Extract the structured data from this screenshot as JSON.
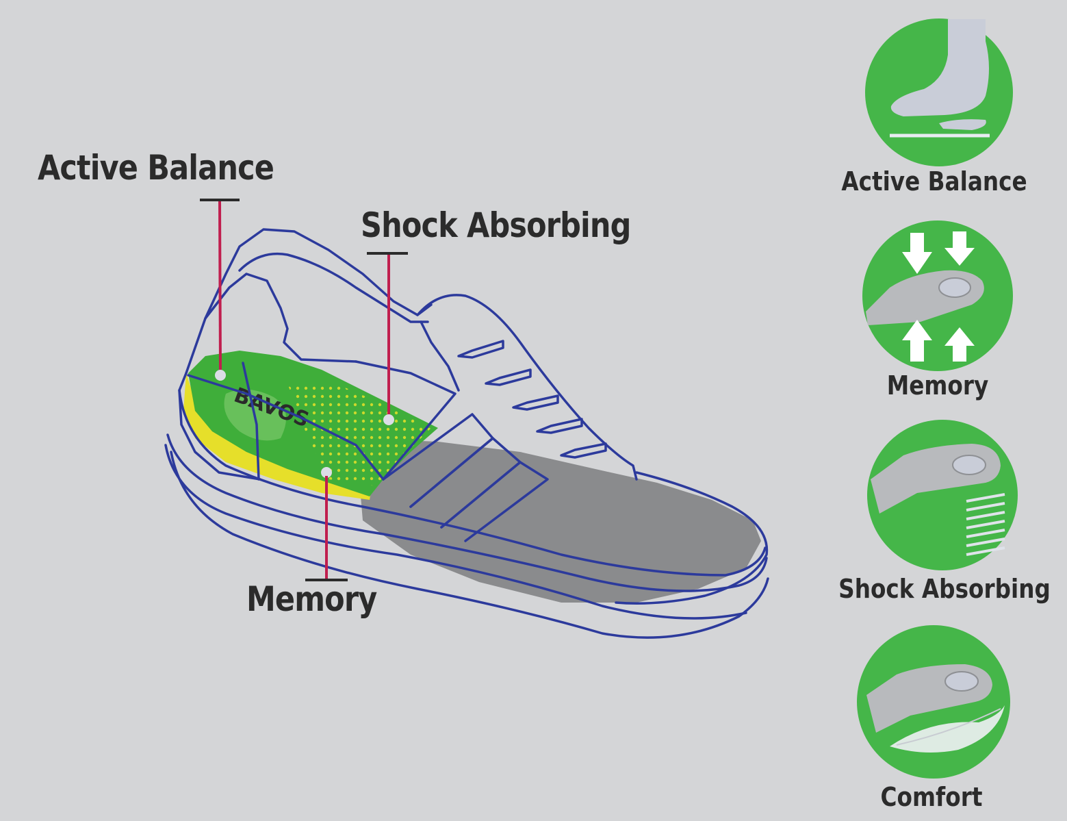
{
  "callouts": {
    "active_balance": "Active Balance",
    "shock_absorbing": "Shock Absorbing",
    "memory": "Memory"
  },
  "insole_brand": "BAVOS",
  "features": [
    {
      "label": "Active Balance",
      "icon": "foot-on-insole-icon"
    },
    {
      "label": "Memory",
      "icon": "compression-arrows-icon"
    },
    {
      "label": "Shock Absorbing",
      "icon": "spring-heel-icon"
    },
    {
      "label": "Comfort",
      "icon": "feather-heel-icon"
    }
  ],
  "colors": {
    "background": "#d4d5d7",
    "circle_green": "#45b649",
    "shoe_outline": "#2c3a9c",
    "callout_line": "#c01e4e",
    "insole_green": "#3fae3a",
    "insole_yellow": "#e6df2a",
    "sole_gray": "#8a8b8d"
  }
}
